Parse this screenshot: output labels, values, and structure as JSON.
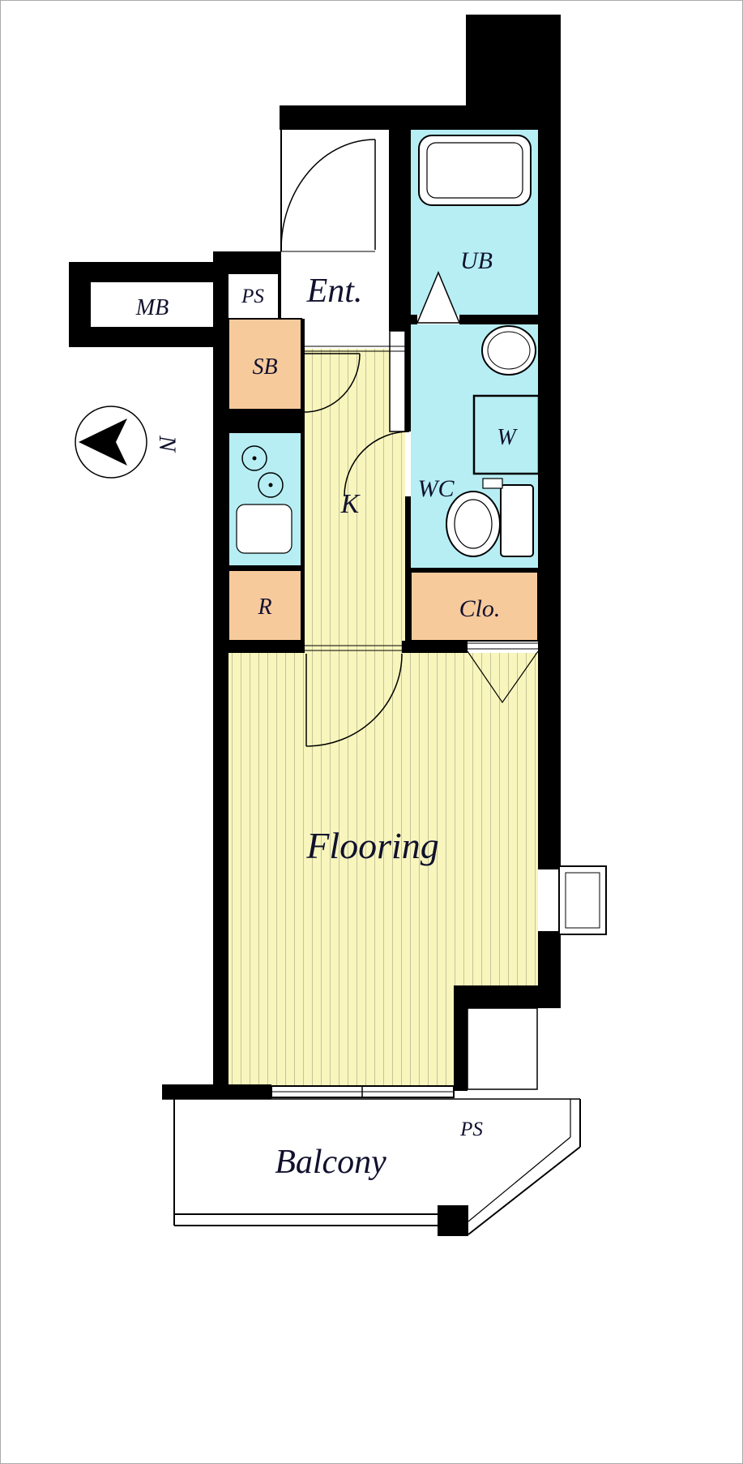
{
  "colors": {
    "wall": "#000000",
    "flooring_fill": "#f8f6bd",
    "flooring_stripe": "#c6c398",
    "wet_area_fill": "#b6eef4",
    "storage_fill": "#f7ca9c",
    "label_text": "#11112e",
    "background": "#ffffff"
  },
  "labels": {
    "meter_box": "MB",
    "pipe_space_top": "PS",
    "entrance": "Ent.",
    "shoe_box": "SB",
    "unit_bath": "UB",
    "water_closet": "WC",
    "washer": "W",
    "kitchen": "K",
    "refrigerator": "R",
    "closet": "Clo.",
    "flooring": "Flooring",
    "balcony": "Balcony",
    "pipe_space_bottom": "PS",
    "compass_north": "N"
  }
}
